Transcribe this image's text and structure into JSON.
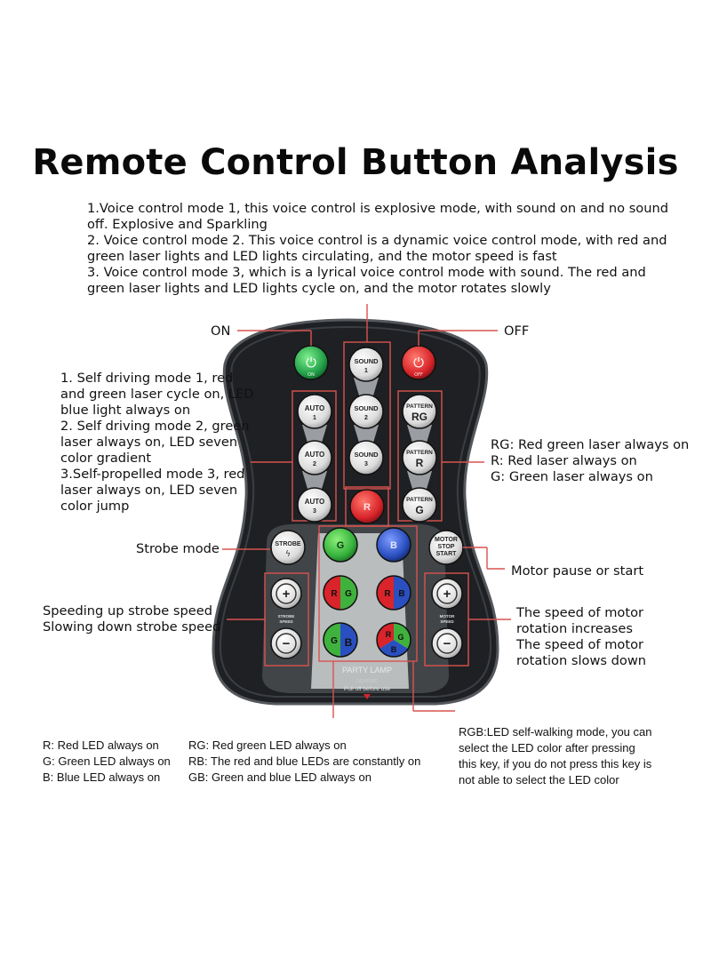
{
  "title": "Remote Control Button Analysis",
  "intro": [
    "1.Voice control mode 1, this voice control is explosive mode, with sound on and no sound off. Explosive and Sparkling",
    "2. Voice control mode 2. This voice control is a dynamic voice control mode, with red and green laser lights and LED lights circulating, and the motor speed is fast",
    "3. Voice control mode 3, which is a lyrical voice control mode with sound. The red and green laser lights and LED lights cycle on, and the motor rotates slowly"
  ],
  "callouts": {
    "on": "ON",
    "off": "OFF",
    "self_driving": [
      "1. Self driving mode 1, red and green laser cycle on, LED blue light always on",
      "2. Self driving mode 2, green laser always on, LED seven color gradient",
      "3.Self-propelled mode 3, red laser always on, LED seven color jump"
    ],
    "pattern": [
      "RG: Red green laser always on",
      "R: Red laser always on",
      "G: Green laser always on"
    ],
    "strobe_mode": "Strobe mode",
    "motor_pause": "Motor pause or start",
    "strobe_speed": [
      "Speeding up strobe speed",
      "Slowing down strobe speed"
    ],
    "motor_speed": [
      "The speed of motor",
      "rotation increases",
      "The speed of motor",
      "rotation slows down"
    ],
    "led_single": [
      "R: Red LED always on",
      "G: Green LED always on",
      "B: Blue LED always on"
    ],
    "led_double": [
      "RG: Red green LED always on",
      "RB: The red and blue LEDs are constantly on",
      "GB: Green and blue LED always on"
    ],
    "rgb_mode": [
      "RGB:LED self-walking mode, you can",
      "select the LED color after pressing",
      "this key, if you do not press this key is",
      "not able to select the LED color"
    ]
  },
  "remote": {
    "on_sub": "ON",
    "off_sub": "OFF",
    "sound": [
      [
        "SOUND",
        "1"
      ],
      [
        "SOUND",
        "2"
      ],
      [
        "SOUND",
        "3"
      ]
    ],
    "auto": [
      [
        "AUTO",
        "1"
      ],
      [
        "AUTO",
        "2"
      ],
      [
        "AUTO",
        "3"
      ]
    ],
    "pattern": [
      [
        "PATTERN",
        "RG"
      ],
      [
        "PATTERN",
        "R"
      ],
      [
        "PATTERN",
        "G"
      ]
    ],
    "r": "R",
    "g": "G",
    "b": "B",
    "rg": [
      "R",
      "G"
    ],
    "rb": [
      "R",
      "B"
    ],
    "gb": [
      "G",
      "B"
    ],
    "rgb": [
      "R",
      "G",
      "B"
    ],
    "strobe": "STROBE",
    "strobe_speed": [
      "STROBE",
      "SPEED"
    ],
    "motor": [
      "MOTOR",
      "STOP",
      "START"
    ],
    "motor_speed": [
      "MOTOR",
      "SPEED"
    ],
    "plus": "+",
    "minus": "−",
    "brand": "PARTY LAMP",
    "model": "DQ-R99C",
    "pull": "Pull off before use"
  },
  "colors": {
    "on_button": "#2aa34a",
    "off_button": "#d8282a",
    "red_button": "#d8242a",
    "green_button": "#4fc24a",
    "blue_button": "#2a4fc0",
    "callout_line": "#d9534f",
    "remote_body": "#1e2023"
  }
}
